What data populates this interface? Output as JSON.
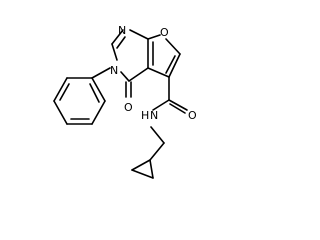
{
  "molecule": {
    "atoms": {
      "N1": "N",
      "N3": "N",
      "O_furan": "O",
      "O_keto": "O",
      "N_amide": "H",
      "H_amide": "N",
      "O_amide": "O"
    },
    "colors": {
      "bond": "#000000",
      "label": "#000000",
      "background": "#ffffff"
    }
  }
}
